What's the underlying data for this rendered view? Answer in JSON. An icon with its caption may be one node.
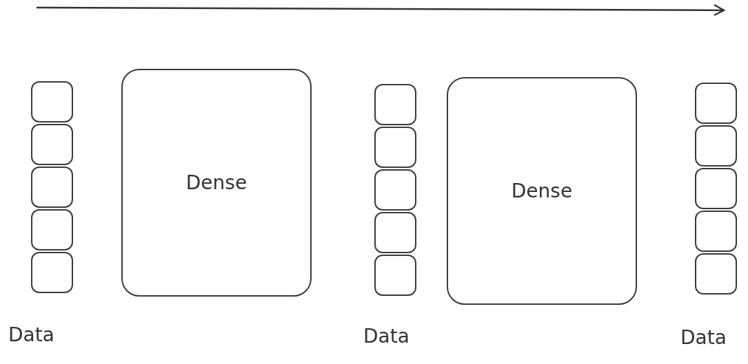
{
  "diagram": {
    "nodes": [
      {
        "text": [],
        "shape": "box"
      },
      {
        "text": [],
        "shape": "box"
      },
      {
        "text": [],
        "shape": "box"
      },
      {
        "text": [],
        "shape": "box"
      },
      {
        "text": [],
        "shape": "box"
      },
      {
        "text": [
          "Dense"
        ]
      },
      {
        "text": [],
        "shape": "box"
      },
      {
        "text": [],
        "shape": "box"
      },
      {
        "text": [],
        "shape": "box"
      },
      {
        "text": [],
        "shape": "box"
      },
      {
        "text": [],
        "shape": "box"
      },
      {
        "text": [
          "Dense"
        ]
      },
      {
        "text": [],
        "shape": "box"
      },
      {
        "text": [],
        "shape": "box"
      },
      {
        "text": [],
        "shape": "box"
      },
      {
        "text": [],
        "shape": "box"
      },
      {
        "text": [],
        "shape": "box"
      }
    ],
    "labels": [
      "Data",
      "Data",
      "Data"
    ]
  }
}
